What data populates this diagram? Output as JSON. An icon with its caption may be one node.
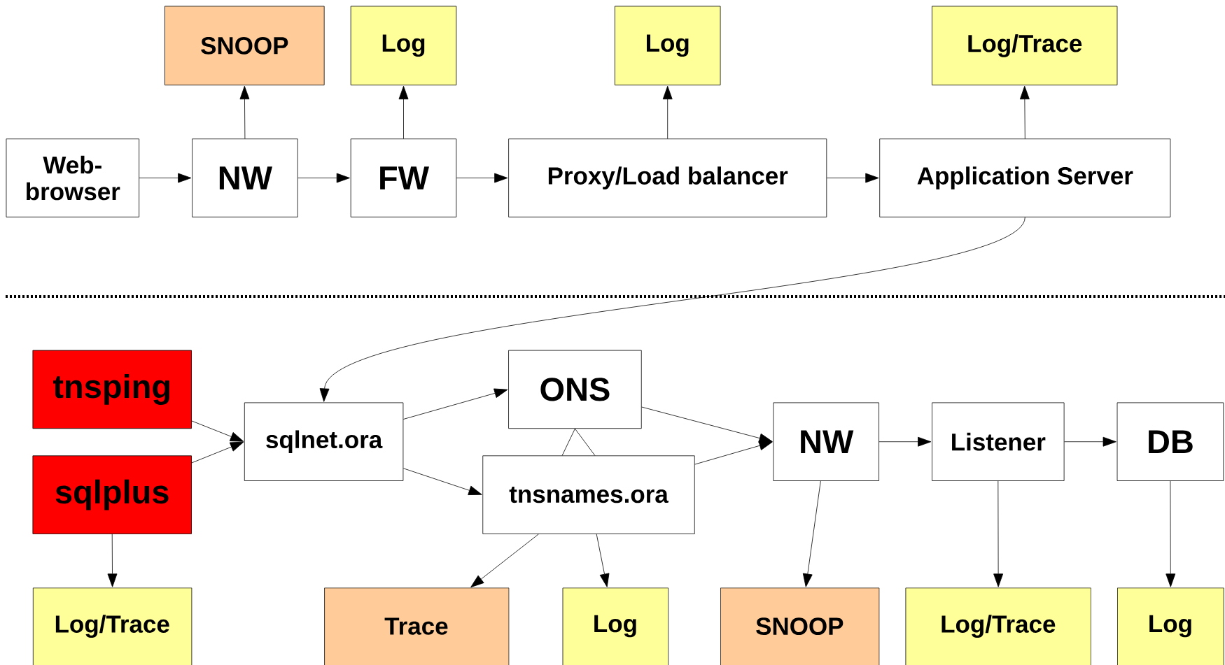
{
  "diagram": {
    "nodes": [
      {
        "text": [
          "Web-browser"
        ]
      },
      {
        "text": [
          "NW"
        ]
      },
      {
        "text": [
          "SNOOP"
        ]
      },
      {
        "text": [
          "FW"
        ]
      },
      {
        "text": [
          "Log"
        ]
      },
      {
        "text": [
          "Proxy/Load balancer"
        ]
      },
      {
        "text": [
          "Log"
        ]
      },
      {
        "text": [
          "Application Server"
        ]
      },
      {
        "text": [
          "Log/Trace"
        ]
      },
      {
        "text": [
          "tnsping"
        ]
      },
      {
        "text": [
          "sqlplus"
        ]
      },
      {
        "text": [
          "sqlnet.ora"
        ]
      },
      {
        "text": [
          "ONS"
        ]
      },
      {
        "text": [
          "tnsnames.ora"
        ]
      },
      {
        "text": [
          "NW"
        ]
      },
      {
        "text": [
          "Listener"
        ]
      },
      {
        "text": [
          "DB"
        ]
      },
      {
        "text": [
          "Log/Trace"
        ]
      },
      {
        "text": [
          "Trace"
        ]
      },
      {
        "text": [
          "Log"
        ]
      },
      {
        "text": [
          "SNOOP"
        ]
      },
      {
        "text": [
          "Log/Trace"
        ]
      },
      {
        "text": [
          "Log"
        ]
      }
    ],
    "edges": [
      {
        "from": 0,
        "to": 1,
        "arrow": "to"
      },
      {
        "from": 1,
        "to": 2,
        "arrow": "to"
      },
      {
        "from": 1,
        "to": 3,
        "arrow": "to"
      },
      {
        "from": 3,
        "to": 4,
        "arrow": "to"
      },
      {
        "from": 3,
        "to": 5,
        "arrow": "to"
      },
      {
        "from": 5,
        "to": 6,
        "arrow": "to"
      },
      {
        "from": 5,
        "to": 7,
        "arrow": "to"
      },
      {
        "from": 7,
        "to": 8,
        "arrow": "to"
      },
      {
        "from": 7,
        "to": 11,
        "arrow": "to"
      },
      {
        "from": 9,
        "to": 11,
        "arrow": "to"
      },
      {
        "from": 10,
        "to": 11,
        "arrow": "to"
      },
      {
        "from": 10,
        "to": 17,
        "arrow": "to"
      },
      {
        "from": 11,
        "to": 12,
        "arrow": "to"
      },
      {
        "from": 11,
        "to": 13,
        "arrow": "to"
      },
      {
        "from": 12,
        "to": 13,
        "arrow": "none"
      },
      {
        "from": 12,
        "to": 13,
        "arrow": "none"
      },
      {
        "from": 12,
        "to": 14,
        "arrow": "to"
      },
      {
        "from": 13,
        "to": 14,
        "arrow": "to"
      },
      {
        "from": 13,
        "to": 18,
        "arrow": "to"
      },
      {
        "from": 13,
        "to": 19,
        "arrow": "to"
      },
      {
        "from": 14,
        "to": 15,
        "arrow": "to"
      },
      {
        "from": 15,
        "to": 16,
        "arrow": "to"
      },
      {
        "from": 14,
        "to": 20,
        "arrow": "to"
      },
      {
        "from": 15,
        "to": 21,
        "arrow": "to"
      },
      {
        "from": 16,
        "to": 22,
        "arrow": "to"
      }
    ]
  }
}
